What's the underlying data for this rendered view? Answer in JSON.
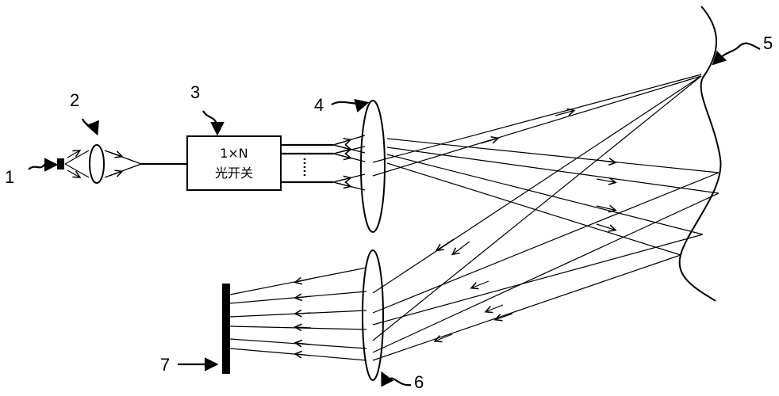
{
  "labels": {
    "source": "1",
    "lens_in": "2",
    "switch": "3",
    "lens_4": "4",
    "mirror_curve": "5",
    "lens_6": "6",
    "detector": "7"
  },
  "switch_box": {
    "line1": "1×N",
    "line2": "光开关"
  },
  "colors": {
    "stroke": "#000000",
    "background": "#ffffff"
  }
}
